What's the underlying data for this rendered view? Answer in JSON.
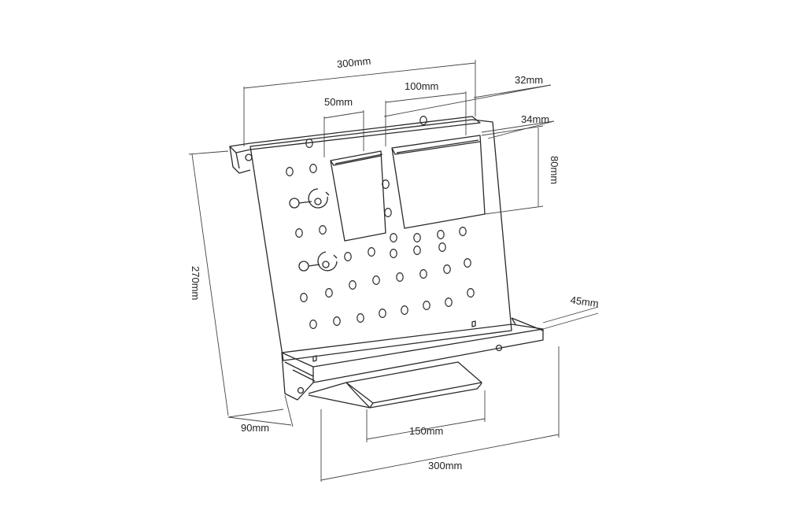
{
  "dimensions": {
    "top_width": "300mm",
    "small_cup_width": "50mm",
    "large_cup_width": "100mm",
    "cup_offset_top": "32mm",
    "cup_offset_side": "34mm",
    "cup_height": "80mm",
    "total_height": "270mm",
    "depth": "90mm",
    "shelf_depth": "45mm",
    "tray_width": "150mm",
    "bottom_width": "300mm"
  },
  "colors": {
    "line": "#2a2a2a",
    "dim_line": "#444444",
    "background": "#ffffff"
  }
}
